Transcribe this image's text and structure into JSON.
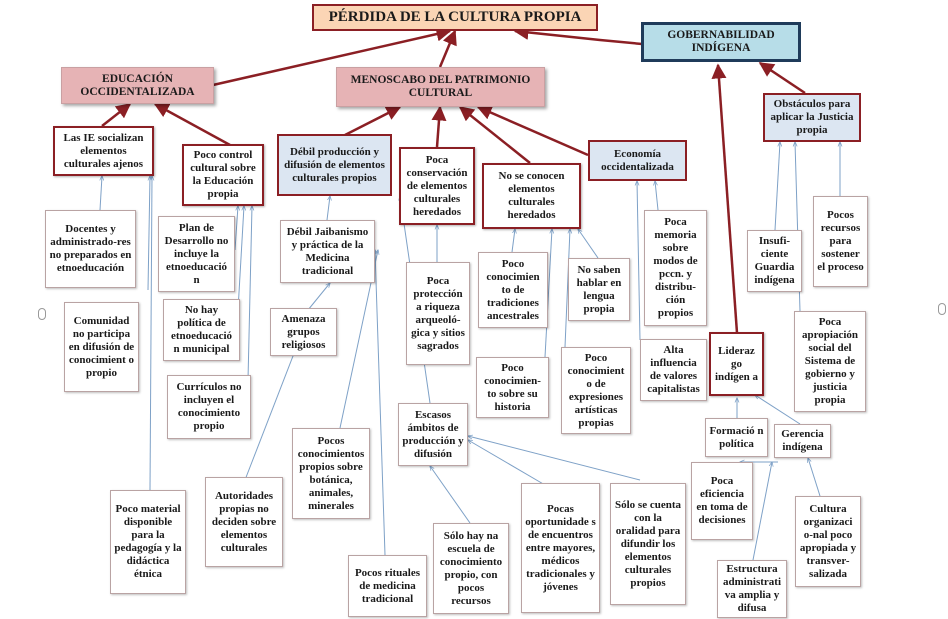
{
  "title": "PÉRDIDA DE LA CULTURA PROPIA",
  "nodes": {
    "gobernabilidad": "GOBERNABILIDAD INDÍGENA",
    "educacion": "EDUCACIÓN OCCIDENTALIZADA",
    "menoscabo": "MENOSCABO DEL PATRIMONIO CULTURAL",
    "obstaculos": "Obstáculos para aplicar la Justicia propia",
    "ie_socializan": "Las IE socializan elementos culturales ajenos",
    "poco_control": "Poco control cultural sobre la Educación propia",
    "debil_produccion": "Débil producción y difusión de elementos culturales propios",
    "poca_conservacion": "Poca conservación de elementos culturales heredados",
    "no_conocen": "No se conocen elementos culturales heredados",
    "economia": "Economía occidentalizada",
    "liderazgo": "Lideraz go indígen a",
    "docentes": "Docentes y administrado-res no preparados en etnoeducación",
    "comunidad": "Comunidad no participa en difusión de conocimient o propio",
    "poco_material": "Poco material disponible para la pedagogía y la didáctica étnica",
    "plan_desarrollo": "Plan de Desarrollo no incluye la etnoeducació n",
    "no_politica": "No hay política de etnoeducació n municipal",
    "curriculos": "Currículos no incluyen el conocimiento propio",
    "autoridades": "Autoridades propias no deciden sobre elementos culturales",
    "debil_jaibanismo": "Débil Jaibanismo y práctica de la Medicina tradicional",
    "amenaza": "Amenaza grupos religiosos",
    "pocos_conocimientos": "Pocos conocimientos propios sobre botánica, animales, minerales",
    "pocos_rituales": "Pocos rituales de medicina tradicional",
    "poca_proteccion": "Poca protección a riqueza arqueoló-gica y sitios sagrados",
    "poco_conoc_trad": "Poco conocimien to de tradiciones ancestrales",
    "poco_conoc_hist": "Poco conocimien-to sobre su historia",
    "no_saben": "No saben hablar en lengua propia",
    "poco_conoc_expr": "Poco conocimient o de expresiones artísticas propias",
    "escasos": "Escasos ámbitos de producción y difusión",
    "solo_escuela": "Sólo hay na escuela de conocimiento propio, con pocos recursos",
    "pocas_oport": "Pocas oportunidade s de encuentros entre mayores, médicos tradicionales y jóvenes",
    "solo_oralidad": "Sólo se cuenta con la oralidad para difundir los elementos culturales propios",
    "poca_memoria": "Poca memoria sobre modos de pccn. y distribu-ción propios",
    "alta_influencia": "Alta influencia de valores capitalistas",
    "insuficiente": "Insufi-ciente Guardia indígena",
    "pocos_recursos": "Pocos recursos para sostener el proceso",
    "poca_apropiacion": "Poca apropiación social del Sistema de gobierno y justicia propia",
    "formacion": "Formació n política",
    "gerencia": "Gerencia indígena",
    "poca_eficiencia": "Poca eficiencia en toma de decisiones",
    "estructura": "Estructura administrati va amplia y difusa",
    "cultura_org": "Cultura organizaci o-nal poco apropiada y transver-salizada"
  }
}
